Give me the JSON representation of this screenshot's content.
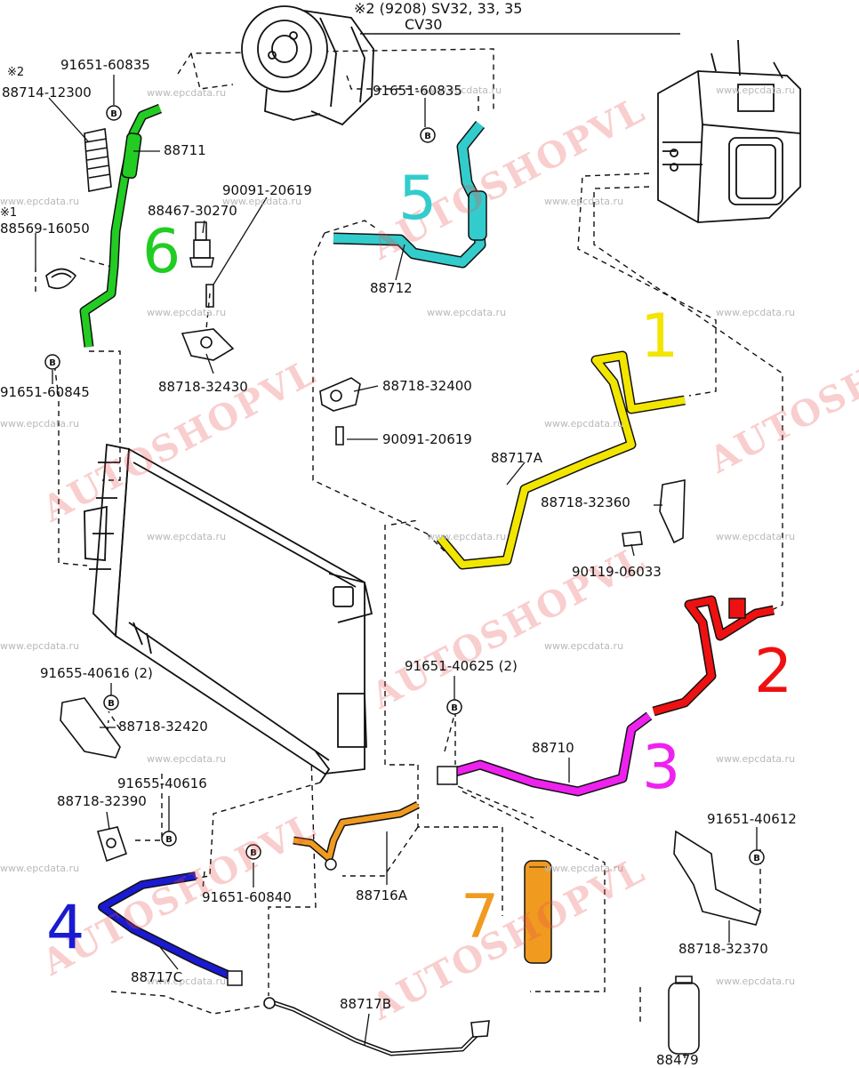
{
  "header": {
    "note": "※2  (9208) SV32, 33, 35",
    "model": "CV30"
  },
  "labels": {
    "p91651_60835_a": "91651-60835",
    "p88714_12300": "88714-12300",
    "star2": "※2",
    "p88711": "88711",
    "star1": "※1",
    "p88569_16050": "88569-16050",
    "p88467_30270": "88467-30270",
    "p90091_20619_a": "90091-20619",
    "p91651_60835_b": "91651-60835",
    "p88712": "88712",
    "p91651_60845": "91651-60845",
    "p88718_32430": "88718-32430",
    "p88718_32400": "88718-32400",
    "p90091_20619_b": "90091-20619",
    "p88717A": "88717A",
    "p88718_32360": "88718-32360",
    "p90119_06033": "90119-06033",
    "p91655_40616_2": "91655-40616 (2)",
    "p88718_32420": "88718-32420",
    "p91651_40625_2": "91651-40625 (2)",
    "p88710": "88710",
    "p91655_40616": "91655-40616",
    "p88718_32390": "88718-32390",
    "p91651_60840": "91651-60840",
    "p88716A": "88716A",
    "p91651_40612": "91651-40612",
    "p88718_32370": "88718-32370",
    "p88717C": "88717C",
    "p88717B": "88717B",
    "p88479": "88479"
  },
  "callouts": [
    {
      "id": "1",
      "text": "1",
      "color": "#f2e600"
    },
    {
      "id": "2",
      "text": "2",
      "color": "#ee1111"
    },
    {
      "id": "3",
      "text": "3",
      "color": "#ee22ee"
    },
    {
      "id": "4",
      "text": "4",
      "color": "#1a1ad0"
    },
    {
      "id": "5",
      "text": "5",
      "color": "#33cccc"
    },
    {
      "id": "6",
      "text": "6",
      "color": "#22cc22"
    },
    {
      "id": "7",
      "text": "7",
      "color": "#f09a20"
    }
  ],
  "bolt_symbol": "B",
  "watermarks": {
    "site": "www.epcdata.ru",
    "brand": "AUTOSHOPVL"
  },
  "colors": {
    "line": "#111111",
    "hose_green": "#22cc22",
    "hose_cyan": "#33cccc",
    "tube_yellow": "#f2e600",
    "tube_red": "#ee1111",
    "tube_magenta": "#ee22ee",
    "tube_blue": "#1a1ad0",
    "tube_orange": "#f09a20",
    "watermark_red": "#eb5050",
    "watermark_grey": "#b9b9b9"
  }
}
